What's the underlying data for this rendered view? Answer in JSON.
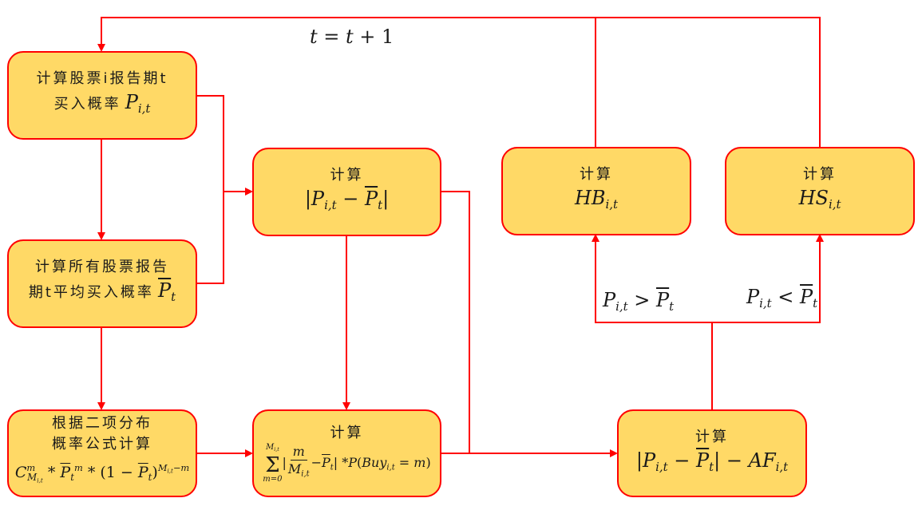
{
  "diagram": {
    "colors": {
      "box_fill": "#FFD966",
      "line": "#FF0000",
      "text": "#1a1a1a"
    },
    "loop_label": "t = t + 1",
    "nodes": {
      "buy_prob": {
        "line1": "计算股票i报告期t",
        "line2": "买入概率",
        "math": "P",
        "sub": "i,t"
      },
      "avg_prob": {
        "line1": "计算所有股票报告",
        "line2": "期t平均买入概率",
        "math": "P",
        "sub": "t"
      },
      "binomial": {
        "line1": "根据二项分布",
        "line2": "概率公式计算",
        "formula": "C^m_{M_i,t} * P̄_t^m * (1 − P̄_t)^(M_i,t − m)"
      },
      "abs_diff": {
        "title": "计算",
        "formula": "|P_i,t − P̄_t|"
      },
      "expected_sum": {
        "title": "计算",
        "formula": "Σ_{m=0}^{M_i,t} | m / M_i,t − P̄_t | * P(Buy_i,t = m)"
      },
      "af_diff": {
        "title": "计算",
        "formula": "|P_i,t − P̄_t| − AF_i,t"
      },
      "hb": {
        "title": "计算",
        "math": "HB",
        "sub": "i,t"
      },
      "hs": {
        "title": "计算",
        "math": "HS",
        "sub": "i,t"
      }
    },
    "conditions": {
      "greater": "P_i,t > P̄_t",
      "less": "P_i,t < P̄_t"
    }
  }
}
